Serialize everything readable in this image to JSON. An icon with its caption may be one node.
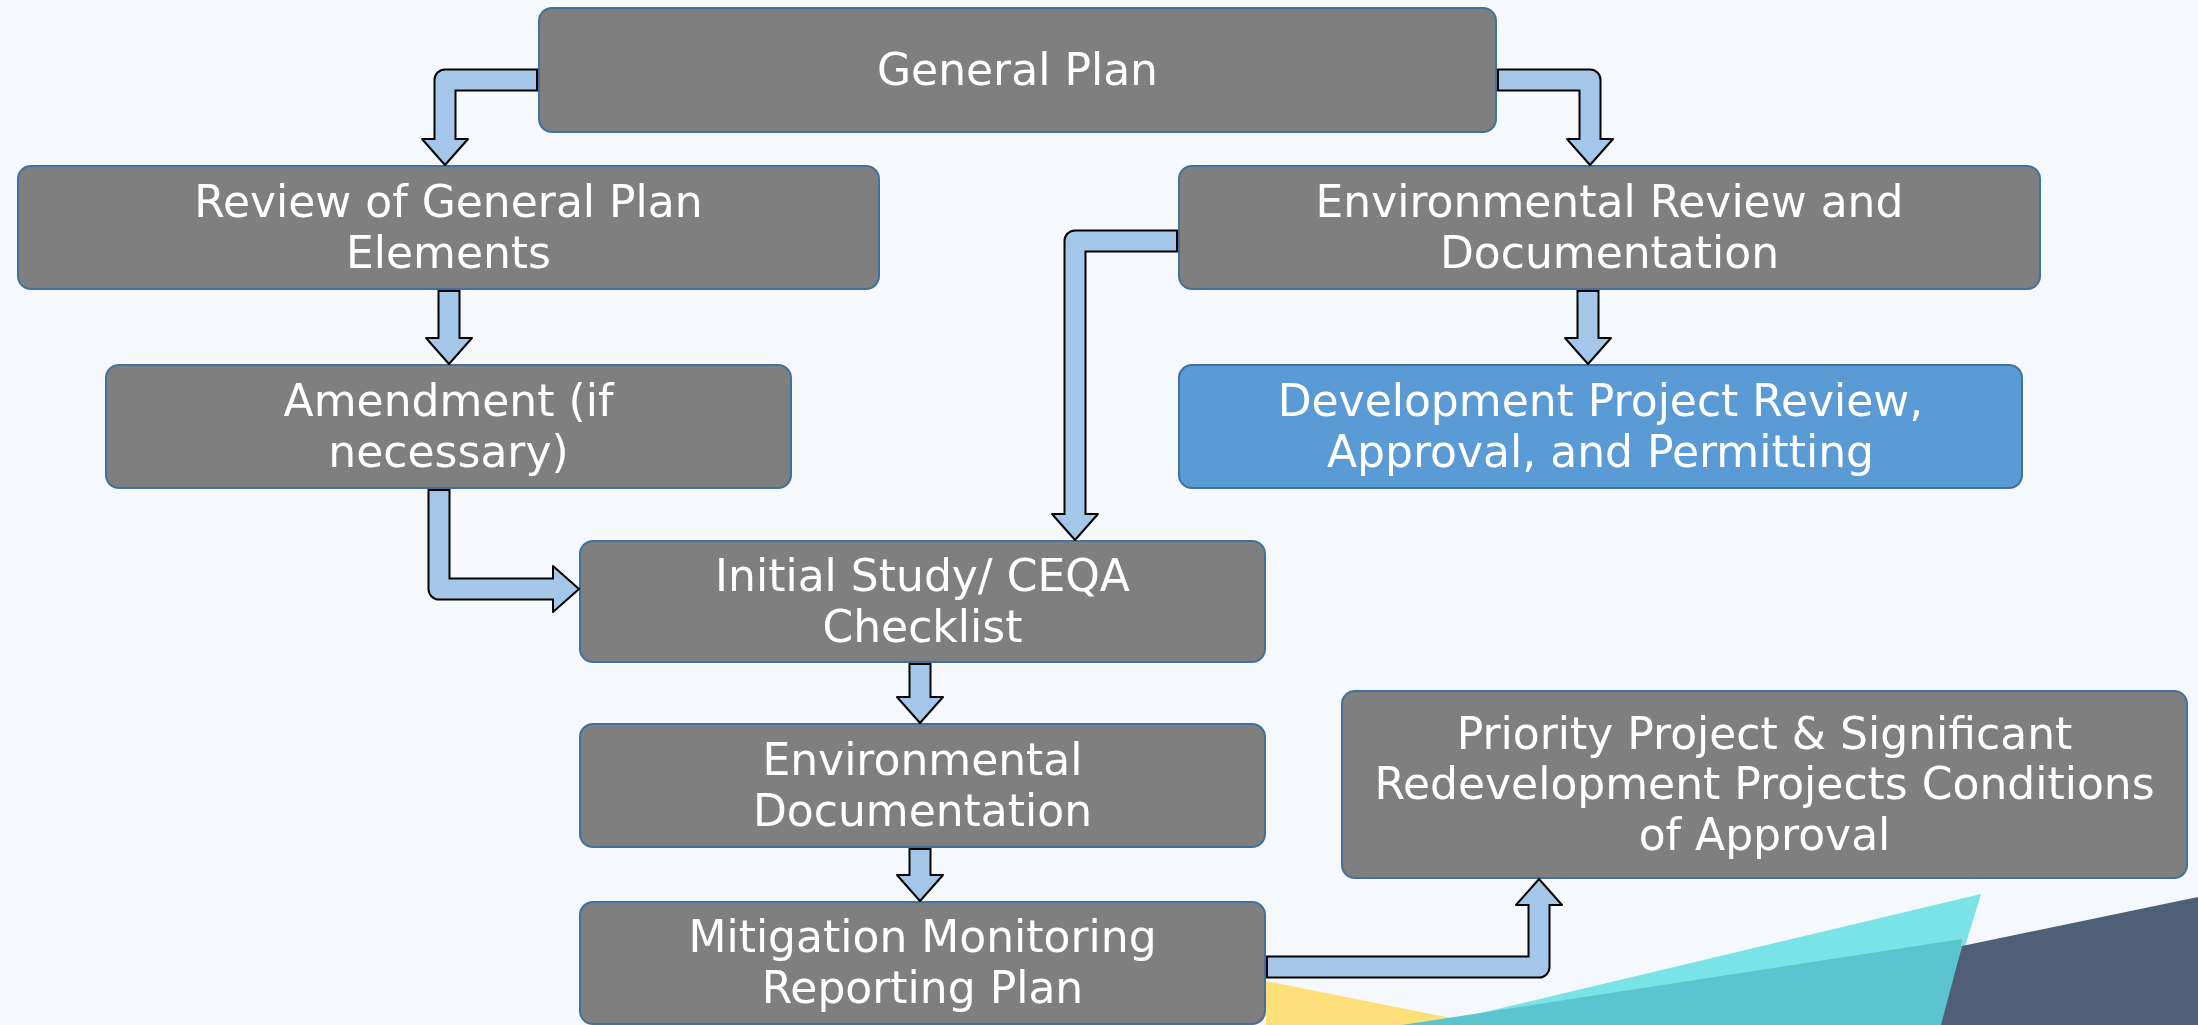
{
  "diagram": {
    "nodes": [
      {
        "text": [
          "General Plan"
        ]
      },
      {
        "text": [
          "Review of General Plan Elements"
        ]
      },
      {
        "text": [
          "Environmental Review and Documentation"
        ]
      },
      {
        "text": [
          "Amendment (if necessary)"
        ]
      },
      {
        "text": [
          "Development Project Review, Approval, and Permitting"
        ]
      },
      {
        "text": [
          "Initial Study/ CEQA Checklist"
        ]
      },
      {
        "text": [
          "Environmental Documentation"
        ]
      },
      {
        "text": [
          "Mitigation Monitoring Reporting Plan"
        ]
      },
      {
        "text": [
          "Priority Project & Significant Redevelopment Projects Conditions of Approval"
        ]
      }
    ],
    "edges": [
      {
        "from": 0,
        "to": 1,
        "arrow": "to"
      },
      {
        "from": 0,
        "to": 2,
        "arrow": "to"
      },
      {
        "from": 1,
        "to": 3,
        "arrow": "to"
      },
      {
        "from": 2,
        "to": 4,
        "arrow": "to"
      },
      {
        "from": 2,
        "to": 5,
        "arrow": "to"
      },
      {
        "from": 3,
        "to": 5,
        "arrow": "to"
      },
      {
        "from": 5,
        "to": 6,
        "arrow": "to"
      },
      {
        "from": 6,
        "to": 7,
        "arrow": "to"
      },
      {
        "from": 7,
        "to": 8,
        "arrow": "to"
      }
    ]
  }
}
